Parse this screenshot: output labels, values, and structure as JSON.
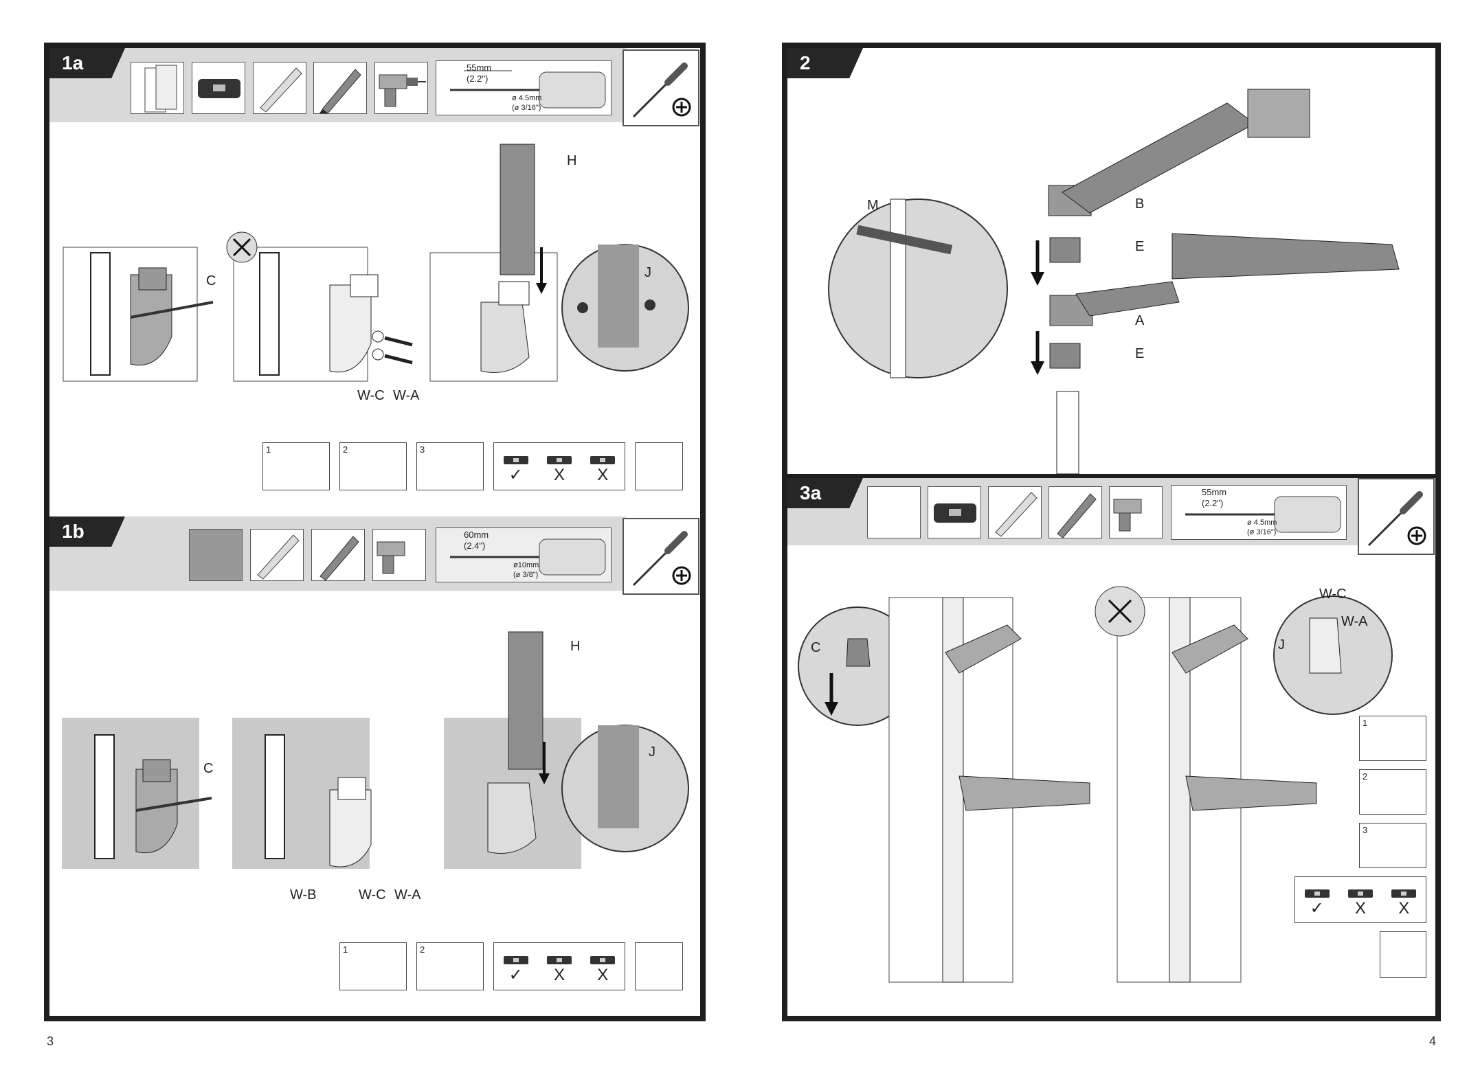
{
  "steps": {
    "s1a": {
      "tag": "1a"
    },
    "s1b": {
      "tag": "1b"
    },
    "s2": {
      "tag": "2"
    },
    "s3a": {
      "tag": "3a"
    }
  },
  "drill": {
    "wood": {
      "length_mm": "55mm",
      "length_in": "(2.2\")",
      "dia_mm": "ø 4.5mm",
      "dia_in": "(ø 3/16\")"
    },
    "concrete": {
      "length_mm": "60mm",
      "length_in": "(2.4\")",
      "dia_mm": "ø10mm",
      "dia_in": "(ø 3/8\")"
    }
  },
  "parts": {
    "A": "A",
    "B": "B",
    "C": "C",
    "E": "E",
    "H": "H",
    "J": "J",
    "M": "M",
    "WA": "W-A",
    "WB": "W-B",
    "WC": "W-C"
  },
  "mini_steps": {
    "n1": "1",
    "n2": "2",
    "n3": "3"
  },
  "level_marks": {
    "ok": "✓",
    "bad": "X"
  },
  "pages": {
    "left": "3",
    "right": "4"
  },
  "icons": [
    "screwdriver-icon",
    "drill-icon",
    "level-icon",
    "pencil-icon",
    "stud-finder-icon",
    "plus-icon",
    "no-anchor-icon"
  ],
  "colors": {
    "frame": "#1e1e1e",
    "band": "#d9d9d9",
    "wall": "#c9c9c9",
    "arm": "#8a8a8a"
  }
}
